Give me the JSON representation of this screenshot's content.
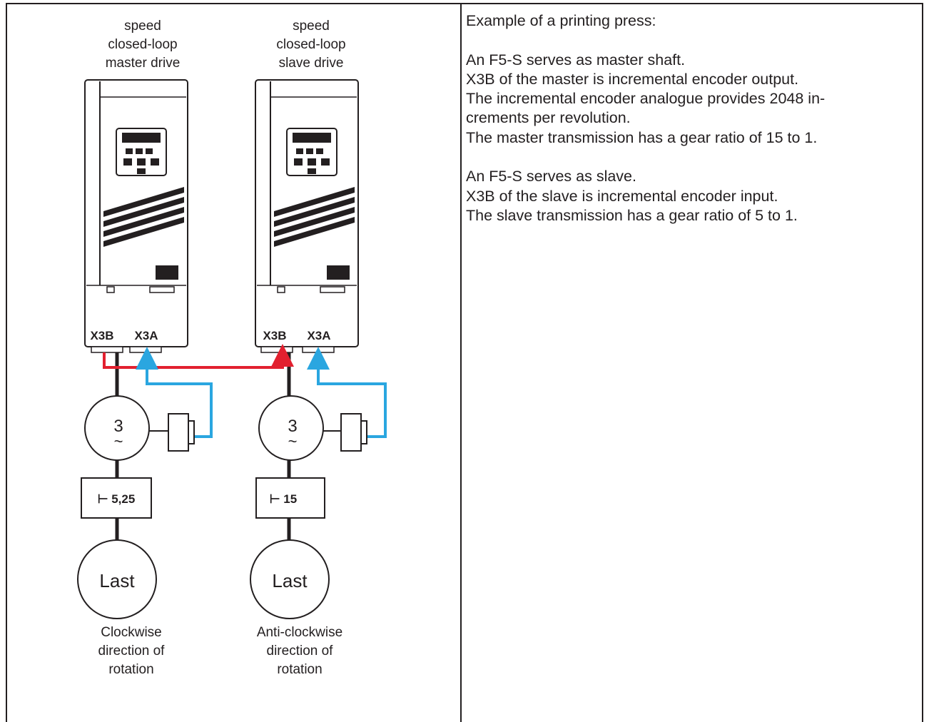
{
  "left_panel": {
    "labels": {
      "master_drive": "speed\nclosed-loop\nmaster drive",
      "slave_drive": "speed\nclosed-loop\nslave drive",
      "master_rotation": "Clockwise\ndirection of\nrotation",
      "slave_rotation": "Anti-clockwise\ndirection of\nrotation"
    },
    "master": {
      "connector_b": "X3B",
      "connector_a": "X3A",
      "motor_phase": "3",
      "motor_symbol": "~",
      "gearbox": "⊢ 5,25",
      "load": "Last"
    },
    "slave": {
      "connector_b": "X3B",
      "connector_a": "X3A",
      "motor_phase": "3",
      "motor_symbol": "~",
      "gearbox": "⊢ 15",
      "load": "Last"
    }
  },
  "right_panel": {
    "paragraph1": [
      "Example of a printing press:"
    ],
    "paragraph2": [
      "An F5-S serves as master shaft.",
      "X3B of the master is incremental encoder output.",
      "The incremental encoder analogue provides 2048 in-",
      "crements per revolution.",
      "The master transmission has a gear ratio of 15 to 1."
    ],
    "paragraph3": [
      "An F5-S serves as slave.",
      "X3B of the slave is incremental encoder input.",
      "The slave transmission has a gear ratio of 5 to 1."
    ]
  },
  "colors": {
    "line": "#231f20",
    "master_encoder_link": "#e2202f",
    "feedback_link": "#2aa6e0"
  }
}
